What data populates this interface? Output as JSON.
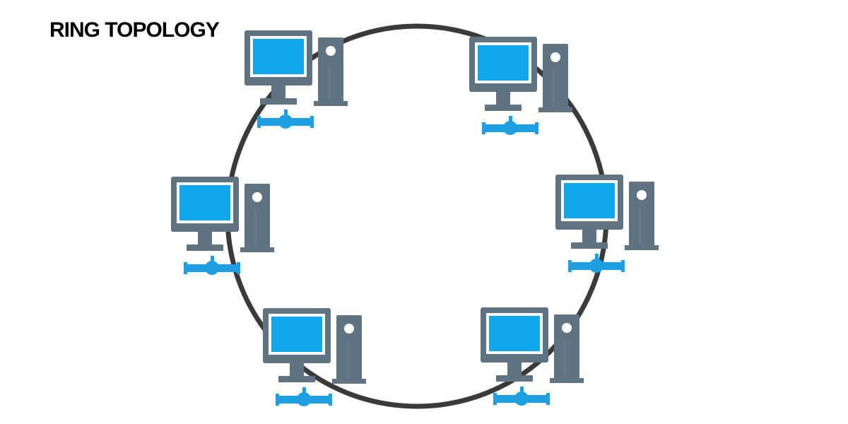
{
  "title": "RING TOPOLOGY",
  "colors": {
    "background": "#ffffff",
    "ring": "#3a3a3a",
    "computer_body": "#5f7380",
    "screen": "#11a6ec",
    "connector": "#1e9fe3",
    "title": "#000000"
  },
  "topology": {
    "type": "ring",
    "node_count": 6,
    "node_icon": "desktop-computer-icon",
    "connector_icon": "network-connector-icon"
  }
}
